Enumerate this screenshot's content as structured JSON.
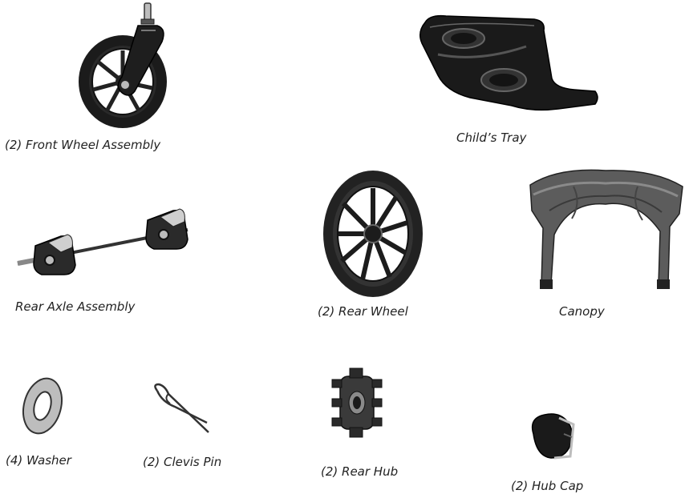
{
  "parts": {
    "front_wheel": {
      "label": "(2) Front Wheel Assembly"
    },
    "childs_tray": {
      "label": "Child’s Tray"
    },
    "rear_axle": {
      "label": "Rear Axle Assembly"
    },
    "rear_wheel": {
      "label": "(2) Rear Wheel"
    },
    "canopy": {
      "label": "Canopy"
    },
    "washer": {
      "label": "(4) Washer"
    },
    "clevis_pin": {
      "label": "(2) Clevis Pin"
    },
    "rear_hub": {
      "label": "(2) Rear Hub"
    },
    "hub_cap": {
      "label": "(2) Hub Cap"
    }
  }
}
